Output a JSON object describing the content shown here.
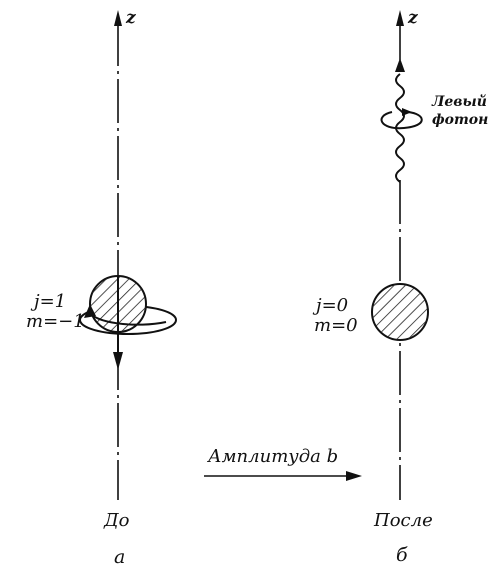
{
  "panel_a": {
    "axis_label": "z",
    "state_j": "j=1",
    "state_m": "m=−1",
    "caption": "До",
    "letter": "a"
  },
  "panel_b": {
    "axis_label": "z",
    "photon_line1": "Левый",
    "photon_line2": "фотон",
    "state_j": "j=0",
    "state_m": "m=0",
    "caption": "После",
    "letter": "б"
  },
  "transition": {
    "label": "Амплитуда b"
  }
}
